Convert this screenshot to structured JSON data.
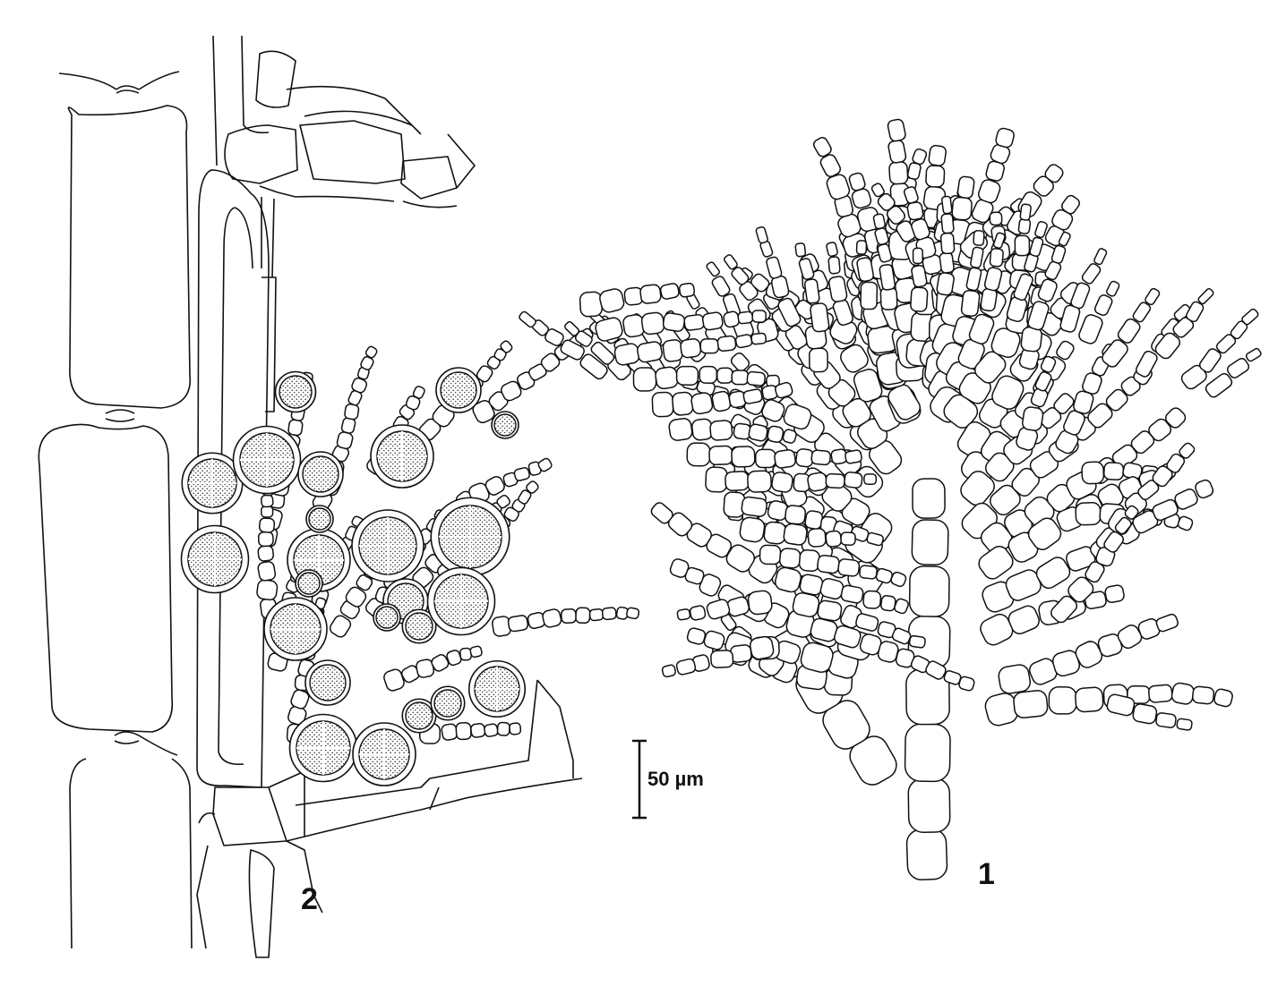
{
  "figure_labels": {
    "fig1": "1",
    "fig2": "2"
  },
  "scale_bar": {
    "label": "50 µm",
    "length_um": 50
  },
  "colors": {
    "ink": "#111111",
    "paper": "#ffffff",
    "stipple": "#333333"
  }
}
